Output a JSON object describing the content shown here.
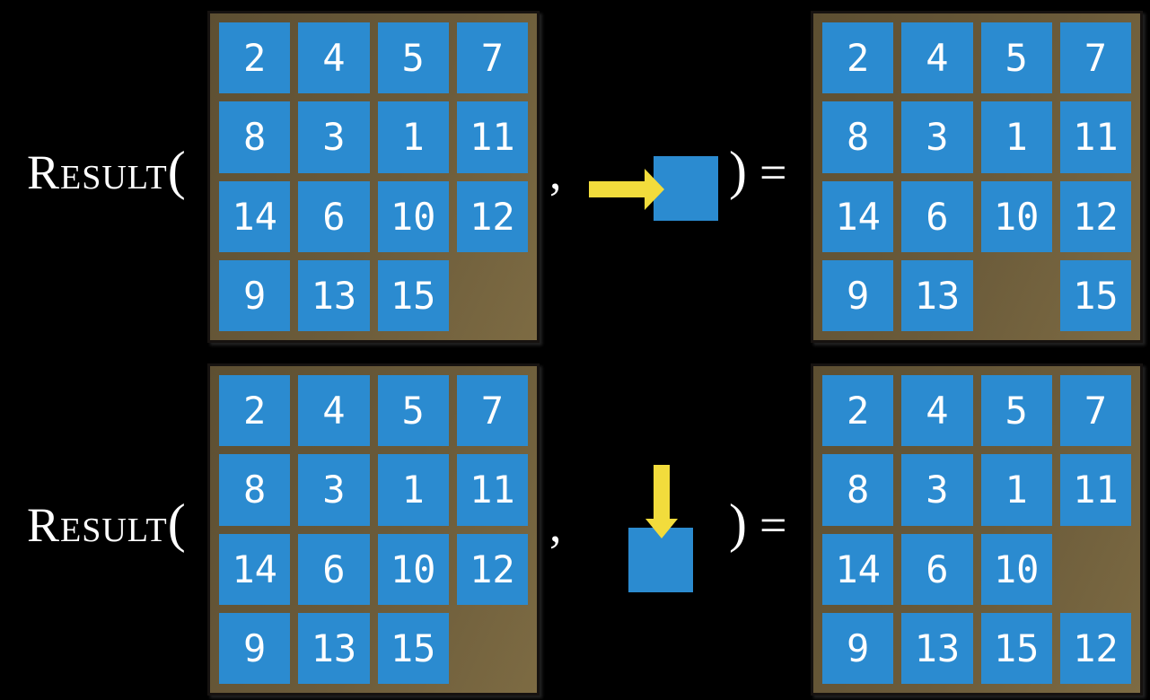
{
  "colors": {
    "background": "#000000",
    "tile_blue": "#2b8bd0",
    "frame_brown": "#6b5b3a",
    "arrow_yellow": "#f2dc3c",
    "text_white": "#ffffff"
  },
  "equations": [
    {
      "function_name": "Result",
      "open_paren": "(",
      "comma": ",",
      "close_paren": ")",
      "equals_sign": "=",
      "action_icon": "right-arrow-icon",
      "input_grid": [
        "2",
        "4",
        "5",
        "7",
        "8",
        "3",
        "1",
        "11",
        "14",
        "6",
        "10",
        "12",
        "9",
        "13",
        "15",
        ""
      ],
      "result_grid": [
        "2",
        "4",
        "5",
        "7",
        "8",
        "3",
        "1",
        "11",
        "14",
        "6",
        "10",
        "12",
        "9",
        "13",
        "",
        "15"
      ]
    },
    {
      "function_name": "Result",
      "open_paren": "(",
      "comma": ",",
      "close_paren": ")",
      "equals_sign": "=",
      "action_icon": "down-arrow-icon",
      "input_grid": [
        "2",
        "4",
        "5",
        "7",
        "8",
        "3",
        "1",
        "11",
        "14",
        "6",
        "10",
        "12",
        "9",
        "13",
        "15",
        ""
      ],
      "result_grid": [
        "2",
        "4",
        "5",
        "7",
        "8",
        "3",
        "1",
        "11",
        "14",
        "6",
        "10",
        "",
        "9",
        "13",
        "15",
        "12"
      ]
    }
  ]
}
